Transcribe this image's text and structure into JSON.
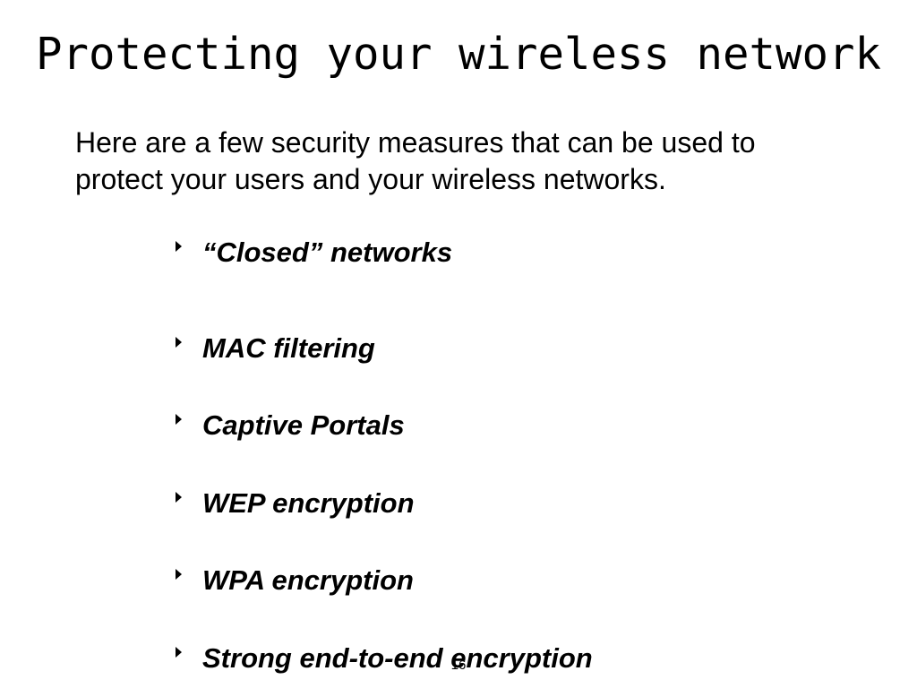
{
  "slide": {
    "title": "Protecting your wireless network",
    "intro_lines": [
      "Here are a few security measures that can be used to",
      "protect your users and your wireless networks."
    ],
    "bullets": [
      {
        "label": "“Closed” networks",
        "icon": "triangle-bullet-icon"
      },
      {
        "label": "MAC filtering",
        "icon": "triangle-bullet-icon"
      },
      {
        "label": "Captive Portals",
        "icon": "triangle-bullet-icon"
      },
      {
        "label": "WEP encryption",
        "icon": "triangle-bullet-icon"
      },
      {
        "label": "WPA encryption",
        "icon": "triangle-bullet-icon"
      },
      {
        "label": "Strong end-to-end encryption",
        "icon": "triangle-bullet-icon"
      }
    ],
    "page_number": "16"
  }
}
